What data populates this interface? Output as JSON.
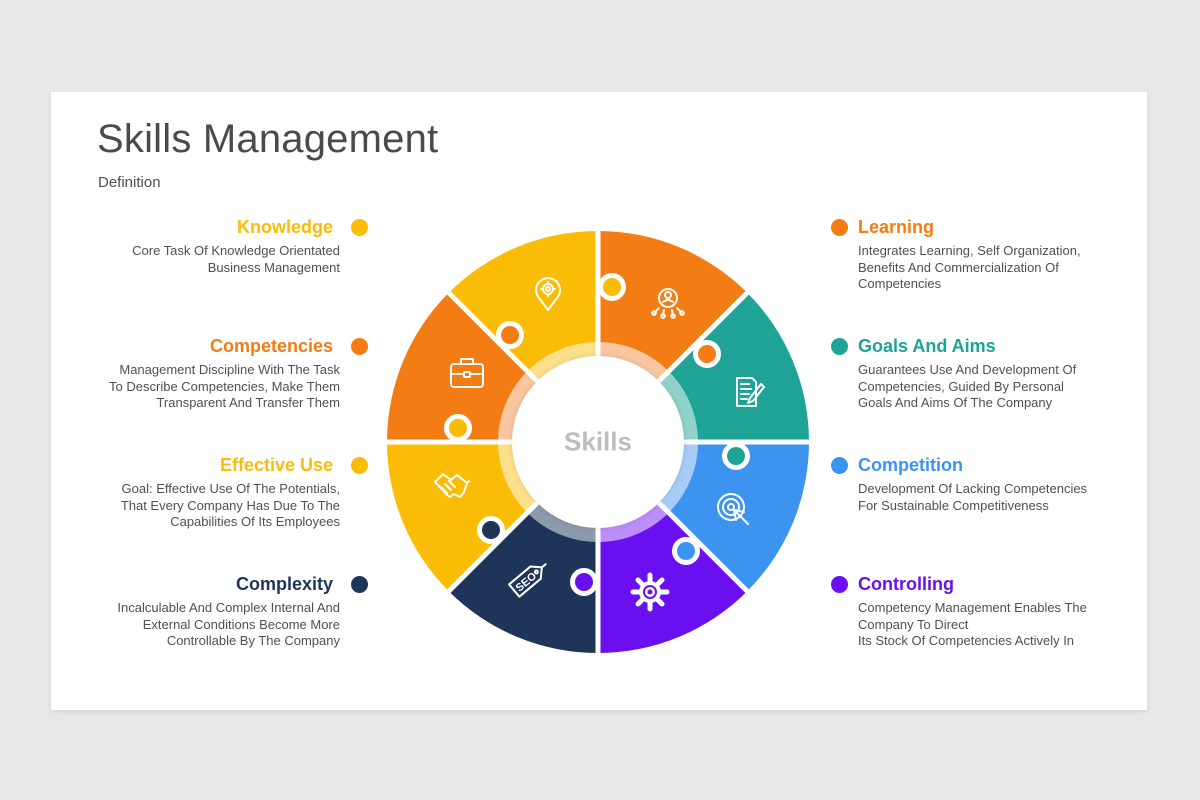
{
  "header": {
    "title": "Skills Management",
    "subtitle": "Definition"
  },
  "center": {
    "label": "Skills"
  },
  "left_items": [
    {
      "title": "Knowledge",
      "color": "#fbbc05",
      "lines": [
        "Core Task Of Knowledge Orientated",
        "Business Management"
      ]
    },
    {
      "title": "Competencies",
      "color": "#f37c14",
      "lines": [
        "Management Discipline With The Task",
        "To Describe Competencies, Make Them",
        "Transparent And Transfer Them"
      ]
    },
    {
      "title": "Effective Use",
      "color": "#fbbc05",
      "lines": [
        "Goal: Effective Use Of The Potentials,",
        "That Every Company Has Due To The",
        "Capabilities Of Its Employees"
      ]
    },
    {
      "title": "Complexity",
      "color": "#1f3459",
      "lines": [
        "Incalculable And Complex Internal And",
        "External Conditions Become More",
        "Controllable By The Company"
      ]
    }
  ],
  "right_items": [
    {
      "title": "Learning",
      "color": "#f37c14",
      "lines": [
        "Integrates Learning, Self Organization,",
        "Benefits And Commercialization Of",
        "Competencies"
      ]
    },
    {
      "title": "Goals And Aims",
      "color": "#1fa397",
      "lines": [
        "Guarantees Use And Development Of",
        "Competencies, Guided By Personal",
        "Goals And Aims Of The Company"
      ]
    },
    {
      "title": "Competition",
      "color": "#3d94f0",
      "lines": [
        "Development Of Lacking Competencies",
        "For Sustainable Competitiveness"
      ]
    },
    {
      "title": "Controlling",
      "color": "#6a0ff0",
      "lines": [
        "Competency Management Enables The",
        "Company To Direct",
        "Its Stock Of Competencies Actively In"
      ]
    }
  ],
  "wheel_segments": [
    {
      "name": "learning",
      "color": "#f37c14",
      "tint": "#f8c7a0",
      "icon": "network-user-icon"
    },
    {
      "name": "goals-and-aims",
      "color": "#1fa397",
      "tint": "#8fd2cb",
      "icon": "document-edit-icon"
    },
    {
      "name": "competition",
      "color": "#3d94f0",
      "tint": "#a7cdf7",
      "icon": "target-click-icon"
    },
    {
      "name": "controlling",
      "color": "#6a0ff0",
      "tint": "#bb8ff7",
      "icon": "gear-icon"
    },
    {
      "name": "complexity",
      "color": "#1f3459",
      "tint": "#8d99ad",
      "icon": "seo-tag-icon"
    },
    {
      "name": "effective-use",
      "color": "#fbbc05",
      "tint": "#fde08a",
      "icon": "handshake-icon"
    },
    {
      "name": "competencies",
      "color": "#f37c14",
      "tint": "#f8c7a0",
      "icon": "briefcase-icon"
    },
    {
      "name": "knowledge",
      "color": "#fbbc05",
      "tint": "#fde08a",
      "icon": "location-gear-icon"
    }
  ]
}
